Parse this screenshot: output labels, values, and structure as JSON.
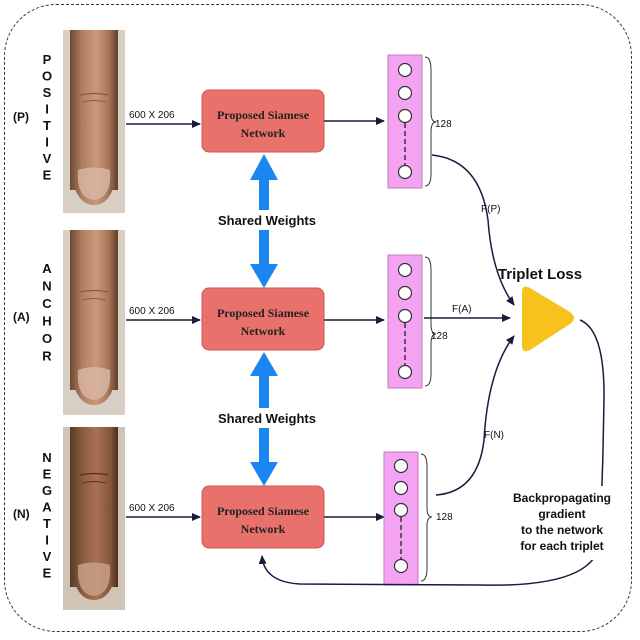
{
  "rows": [
    {
      "id": "positive",
      "tag": "(P)",
      "vertical_letters": [
        "P",
        "O",
        "S",
        "I",
        "T",
        "I",
        "V",
        "E"
      ],
      "input_size": "600 X 206",
      "network_line1": "Proposed Siamese",
      "network_line2": "Network",
      "embedding_dim": "128"
    },
    {
      "id": "anchor",
      "tag": "(A)",
      "vertical_letters": [
        "A",
        "N",
        "C",
        "H",
        "O",
        "R"
      ],
      "input_size": "600 X 206",
      "network_line1": "Proposed Siamese",
      "network_line2": "Network",
      "embedding_dim": "128"
    },
    {
      "id": "negative",
      "tag": "(N)",
      "vertical_letters": [
        "N",
        "E",
        "G",
        "A",
        "T",
        "I",
        "V",
        "E"
      ],
      "input_size": "600 X 206",
      "network_line1": "Proposed Siamese",
      "network_line2": "Network",
      "embedding_dim": "128"
    }
  ],
  "shared_weights": [
    "Shared Weights",
    "Shared Weights"
  ],
  "feature_labels": {
    "positive": "F(P)",
    "anchor": "F(A)",
    "negative": "F(N)"
  },
  "loss_title": "Triplet Loss",
  "backprop_lines": [
    "Backpropagating",
    "gradient",
    "to the network",
    "for each triplet"
  ],
  "colors": {
    "network_box": "#e8716c",
    "embedding_box": "#f4a3f2",
    "shared_arrow": "#1a87f0",
    "loss_triangle": "#f8c21d",
    "finger_skin": "#b8856a"
  }
}
